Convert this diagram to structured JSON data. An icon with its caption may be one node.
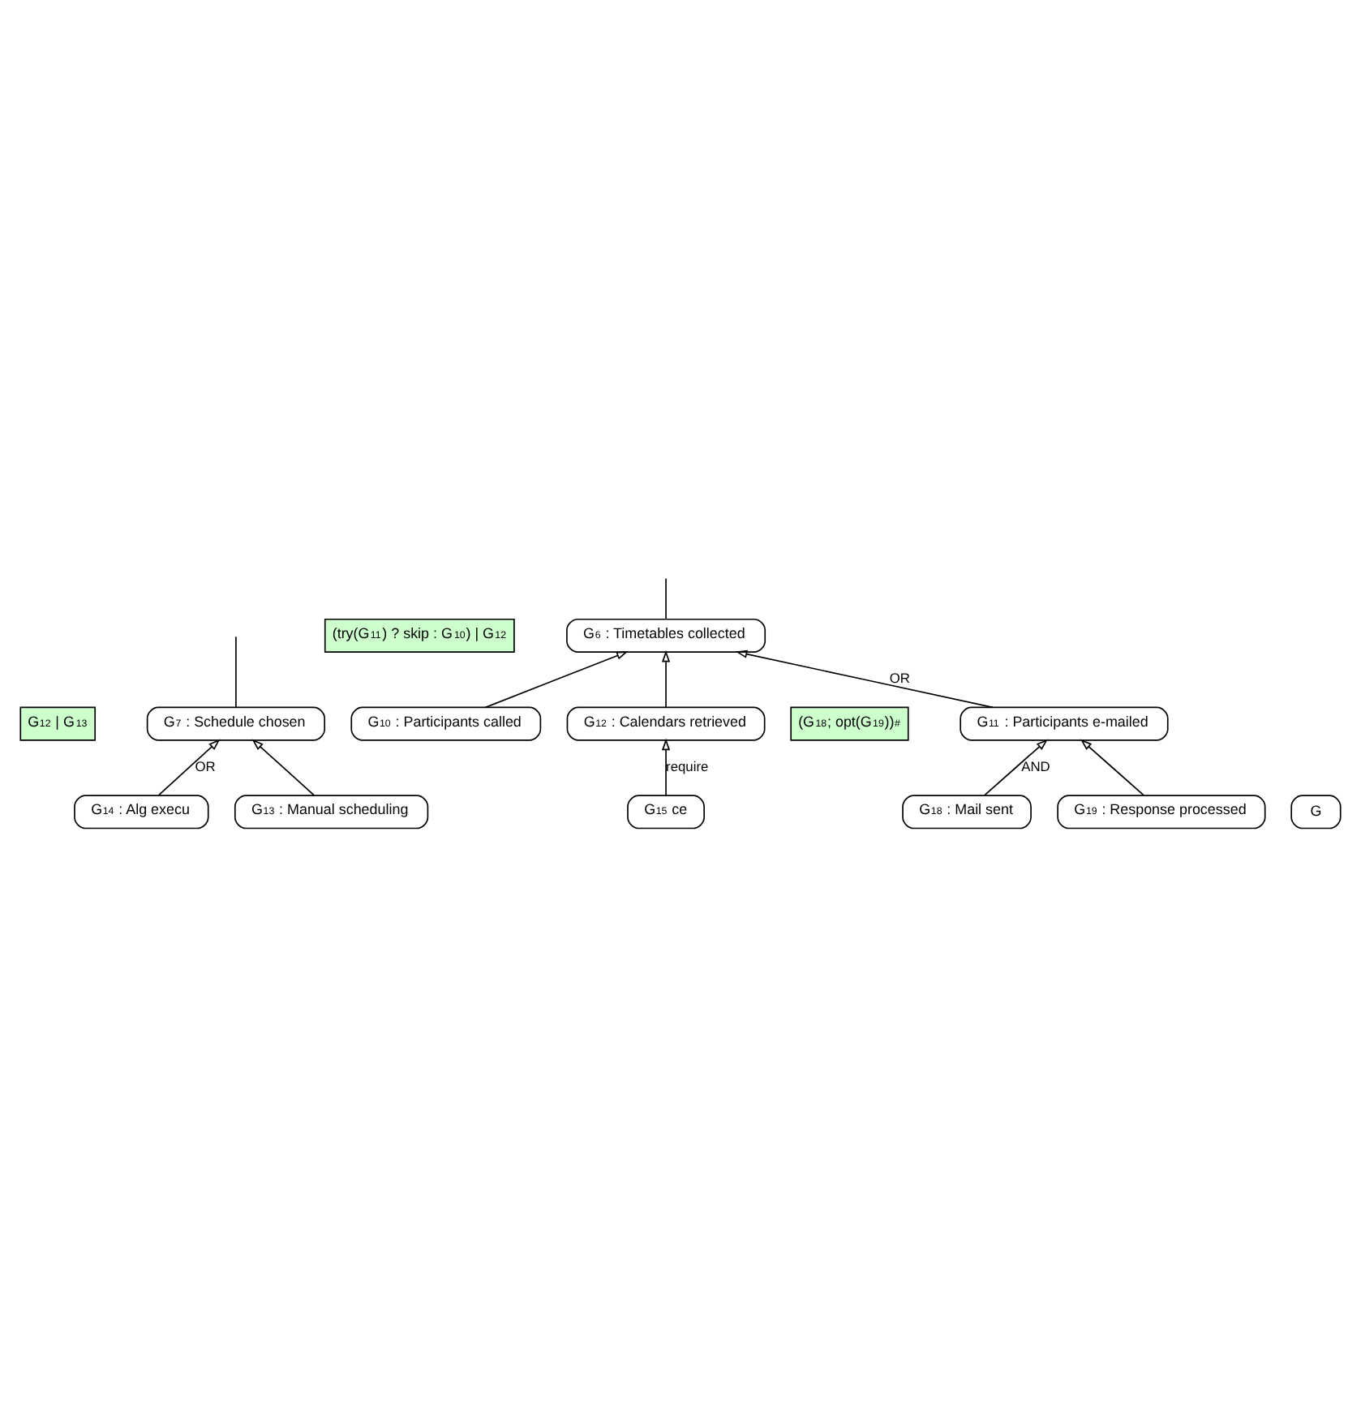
{
  "diagram": {
    "nodes": [
      {
        "text": [
          "G$_{7}$ : Schedule chosen"
        ]
      },
      {
        "text": [
          "(try(G$_{11}$) ? skip : G$_{10}$) | G$_{12}$"
        ]
      },
      {
        "text": [
          "G$_{12}$ | G$_{13}$"
        ]
      },
      {
        "text": [
          "G$_{6}$ : Timetables collected"
        ]
      },
      {
        "text": [
          "G$_{14}$ : Alg execu"
        ]
      },
      {
        "text": [
          "G$_{13}$ : Manual scheduling"
        ]
      },
      {
        "text": [
          "G$_{15}$ ce"
        ]
      },
      {
        "text": [
          "G$_{10}$ : Participants called"
        ]
      },
      {
        "text": [
          "G$_{12}$ : Calendars retrieved"
        ]
      },
      {
        "text": [
          "(G$_{18}$; opt(G$_{19}$))$^{#}$"
        ]
      },
      {
        "text": [
          "G$_{11}$ : Participants e-mailed"
        ]
      },
      {
        "text": [
          "G"
        ]
      },
      {
        "text": [
          "G$_{18}$ : Mail sent"
        ]
      },
      {
        "text": [
          "G$_{19}$ : Response processed"
        ]
      }
    ],
    "edges": [
      {
        "from": 0,
        "to": null,
        "arrow": "none"
      },
      {
        "from": 3,
        "to": null,
        "arrow": "none"
      },
      {
        "from": 5,
        "to": 0,
        "arrow": "to"
      },
      {
        "from": 4,
        "to": 0,
        "arrow": "to",
        "label": "OR"
      },
      {
        "from": 7,
        "to": 3,
        "arrow": "to"
      },
      {
        "from": 10,
        "to": 3,
        "arrow": "to",
        "label": "OR"
      },
      {
        "from": 8,
        "to": 3,
        "arrow": "to"
      },
      {
        "from": 6,
        "to": 8,
        "arrow": "to",
        "label": "require"
      },
      {
        "from": 12,
        "to": 10,
        "arrow": "to",
        "label": "AND"
      },
      {
        "from": 13,
        "to": 10,
        "arrow": "to"
      }
    ]
  }
}
